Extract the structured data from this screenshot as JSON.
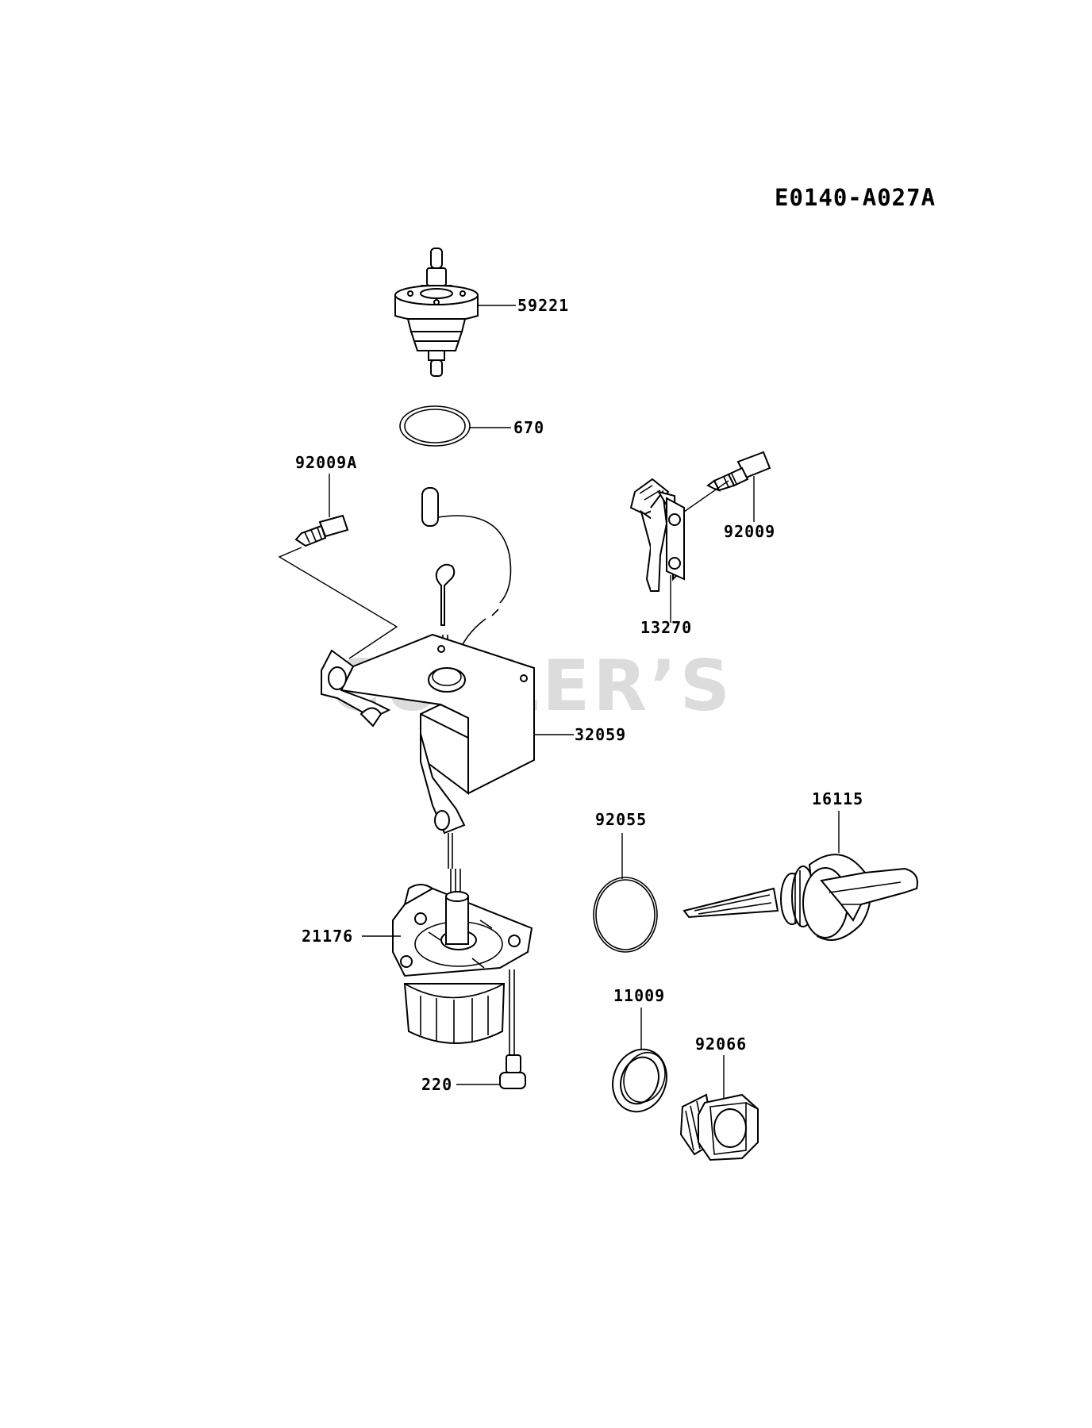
{
  "diagram_code": "E0140-A027A",
  "watermark": "CUTLER’S",
  "parts": [
    {
      "id": "p59221",
      "number": "59221"
    },
    {
      "id": "p670",
      "number": "670"
    },
    {
      "id": "p92009A",
      "number": "92009A"
    },
    {
      "id": "p92009",
      "number": "92009"
    },
    {
      "id": "p13270",
      "number": "13270"
    },
    {
      "id": "p32059",
      "number": "32059"
    },
    {
      "id": "p92055",
      "number": "92055"
    },
    {
      "id": "p16115",
      "number": "16115"
    },
    {
      "id": "p21176",
      "number": "21176"
    },
    {
      "id": "p11009",
      "number": "11009"
    },
    {
      "id": "p92066",
      "number": "92066"
    },
    {
      "id": "p220",
      "number": "220"
    }
  ]
}
